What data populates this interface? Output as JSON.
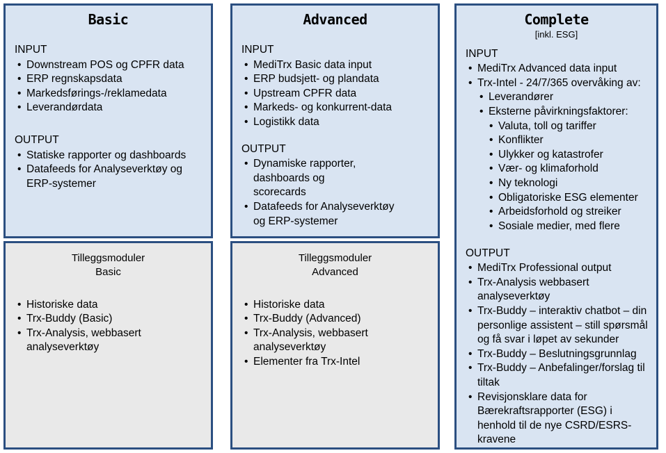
{
  "columns": [
    {
      "id": "basic",
      "top_box": {
        "title": "Basic",
        "subtitle": "",
        "sections": [
          {
            "label": "INPUT",
            "items": [
              "Downstream POS og CPFR data",
              "ERP regnskapsdata",
              "Markedsførings-/reklamedata",
              "Leverandørdata"
            ]
          },
          {
            "label": "OUTPUT",
            "items": [
              "Statiske rapporter og dashboards",
              "Datafeeds for Analyseverktøy og ERP-systemer"
            ]
          }
        ]
      },
      "bottom_box": {
        "title_line1": "Tilleggsmoduler",
        "title_line2": "Basic",
        "items": [
          "Historiske data",
          "Trx-Buddy (Basic)",
          "Trx-Analysis, webbasert analyseverktøy"
        ]
      }
    },
    {
      "id": "advanced",
      "top_box": {
        "title": "Advanced",
        "subtitle": "",
        "sections": [
          {
            "label": "INPUT",
            "items": [
              "MediTrx Basic data input",
              "ERP budsjett- og plandata",
              "Upstream CPFR data",
              "Markeds- og konkurrent-data",
              "Logistikk data"
            ]
          },
          {
            "label": "OUTPUT",
            "items": [
              "Dynamiske rapporter, dashboards og scorecards",
              "Datafeeds for Analyseverktøy og ERP-systemer"
            ]
          }
        ]
      },
      "bottom_box": {
        "title_line1": "Tilleggsmoduler",
        "title_line2": "Advanced",
        "items": [
          "Historiske data",
          "Trx-Buddy (Advanced)",
          "Trx-Analysis, webbasert analyseverktøy",
          "Elementer fra Trx-Intel"
        ]
      }
    },
    {
      "id": "complete",
      "top_box": {
        "title": "Complete",
        "subtitle": "[inkl. ESG]",
        "input_label": "INPUT",
        "input_items": [
          "MediTrx Advanced data input",
          "Trx-Intel - 24/7/365 overvåking av:"
        ],
        "input_sub_items": [
          "Leverandører",
          "Eksterne påvirkningsfaktorer:"
        ],
        "input_sub_sub_items": [
          "Valuta, toll og tariffer",
          "Konflikter",
          "Ulykker og katastrofer",
          "Vær- og klimaforhold",
          "Ny teknologi",
          "Obligatoriske ESG elementer",
          "Arbeidsforhold og streiker",
          "Sosiale medier, med flere"
        ],
        "output_label": "OUTPUT",
        "output_items": [
          "MediTrx Professional output",
          "Trx-Analysis webbasert analyseverktøy",
          "Trx-Buddy – interaktiv chatbot – din personlige assistent – still spørsmål og få svar i løpet av sekunder",
          "Trx-Buddy – Beslutningsgrunnlag",
          "Trx-Buddy – Anbefalinger/forslag til tiltak",
          "Revisjonsklare data for Bærekraftsrapporter (ESG) i henhold til de nye CSRD/ESRS-kravene"
        ]
      }
    }
  ],
  "colors": {
    "border": "#2b4f81",
    "blue_fill": "#d9e4f2",
    "gray_fill": "#e9e9e9",
    "text": "#000000"
  }
}
